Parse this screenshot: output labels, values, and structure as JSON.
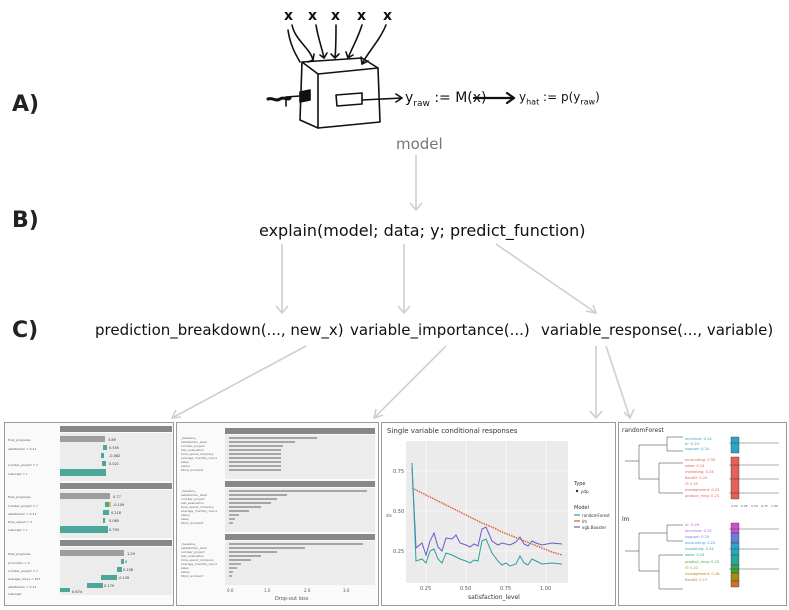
{
  "labels": {
    "a": "A)",
    "b": "B)",
    "c": "C)"
  },
  "model_box": {
    "inputs": [
      "x",
      "x",
      "x",
      "x",
      "x"
    ],
    "caption": "model",
    "formula_raw": "y",
    "formula_raw_sub": "raw",
    "formula_raw_rhs": " := M(x)",
    "formula_hat": "y",
    "formula_hat_sub": "hat",
    "formula_hat_rhs": " := p(y",
    "formula_hat_rhs_sub": "raw",
    "formula_hat_close": ")"
  },
  "explain_call": "explain(model;  data;  y;  predict_function)",
  "functions": {
    "breakdown": "prediction_breakdown(..., new_x)",
    "importance": "variable_importance(...)",
    "response": "variable_response(..., variable)"
  },
  "thumb_breakdown": {
    "value_labels": [
      "3.89",
      "0.555",
      "-0.082",
      "0.021",
      "0.77",
      "-0.109",
      "0.218",
      "0.065",
      "0.703",
      "1.29",
      "0",
      "0.108",
      "-0.139",
      "0.179",
      "0.674"
    ]
  },
  "thumb_response": {
    "title": "Single variable conditional responses",
    "xlabel": "satisfaction_level",
    "ylabel": "dis",
    "yticks": [
      "0.75",
      "0.50",
      "0.25"
    ],
    "xticks": [
      "0.25",
      "0.50",
      "0.75",
      "1.00"
    ],
    "legend_type_title": "Type",
    "legend_type_item": "pdp",
    "legend_model_title": "Model",
    "legend_models": [
      "randomForest",
      "lm",
      "xgb.Booster"
    ],
    "colors": {
      "randomForest": "#2aa198",
      "lm": "#e0582a",
      "xgb": "#6a5acd"
    }
  },
  "thumb_importance": {
    "xlabel": "Drop-out loss",
    "xticks": [
      "0.0",
      "1.0",
      "2.0",
      "3.0"
    ]
  },
  "thumb_tree": {
    "title_top": "randomForest",
    "title_bottom": "lm",
    "top_labels": [
      "technical: 0.24",
      "hr: 0.24",
      "support: 0.24",
      "accounting: 0.30",
      "sales: 0.24",
      "marketing: 0.24",
      "RandD: 0.24",
      "IT: 0.25",
      "management: 0.23",
      "product_mng: 0.23"
    ],
    "bottom_labels": [
      "hr: 0.26",
      "technical: 0.25",
      "support: 0.25",
      "accounting: 0.24",
      "marketing: 0.24",
      "sales: 0.24",
      "product_mng: 0.23",
      "IT: 0.22",
      "management: 0.18",
      "RandD: 0.17"
    ],
    "xticks": [
      "0.00",
      "0.25",
      "0.50",
      "0.75",
      "1.00"
    ]
  }
}
